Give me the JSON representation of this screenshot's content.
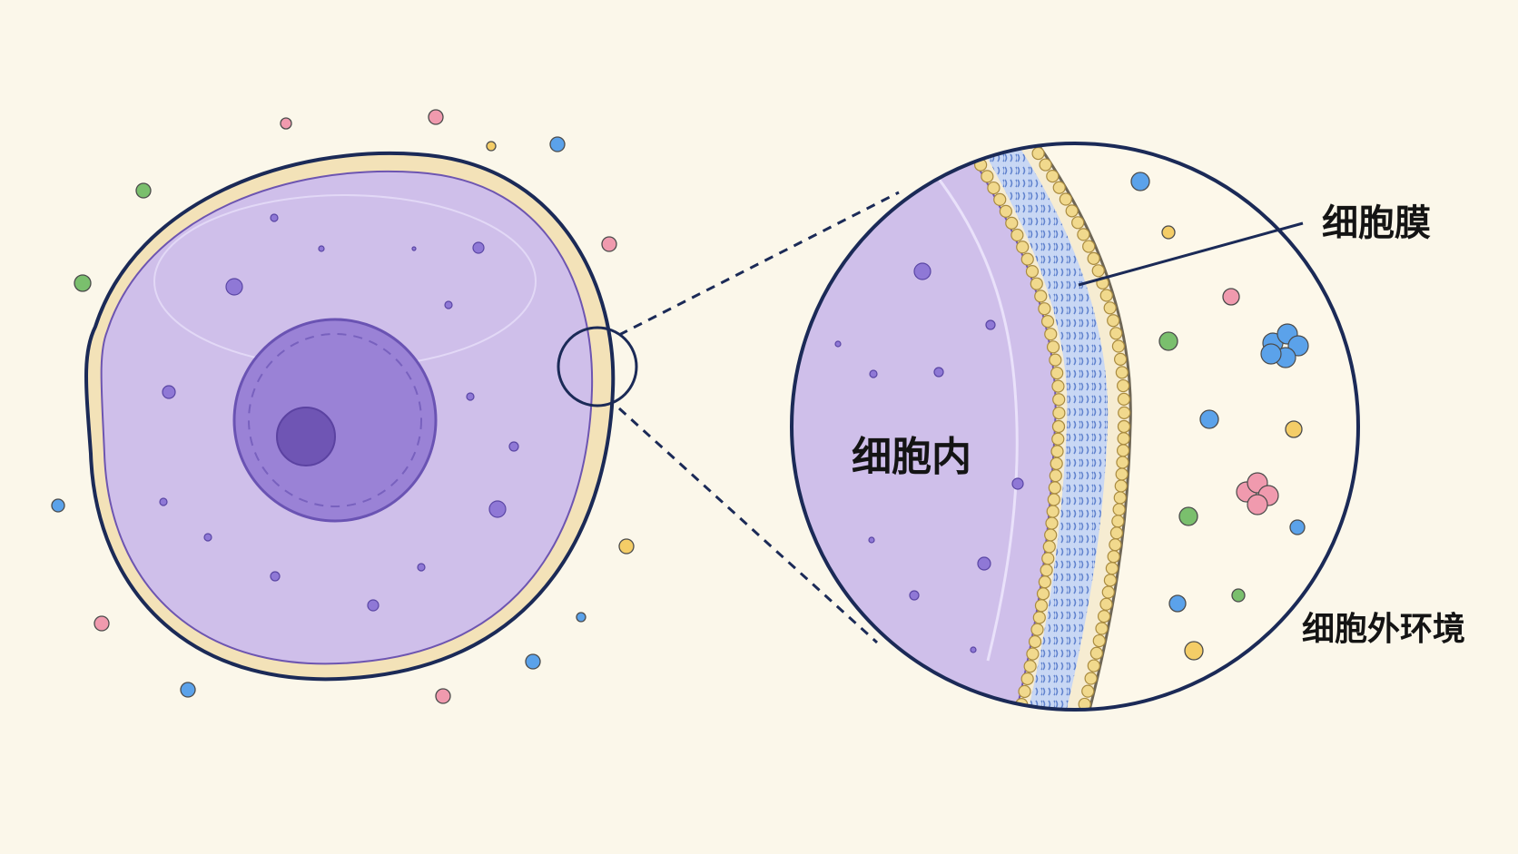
{
  "diagram": {
    "labels": {
      "membrane": "细胞膜",
      "inside": "细胞内",
      "outside": "细胞外环境"
    }
  },
  "colors": {
    "background": "#fbf7ea",
    "outline": "#1b2a57",
    "cytoplasm": "#cfbfea",
    "nucleus": "#9a82d6",
    "nucleolus": "#6f55b4",
    "membrane_outer": "#f3e2b8",
    "phospholipid_head": "#f1d98d",
    "phospholipid_tail": "#4f74c7",
    "particle_blue": "#5ba2ea",
    "particle_green": "#7abf6d",
    "particle_pink": "#f09aae",
    "particle_yellow": "#f4cd67",
    "particle_purple": "#8f78d6"
  }
}
